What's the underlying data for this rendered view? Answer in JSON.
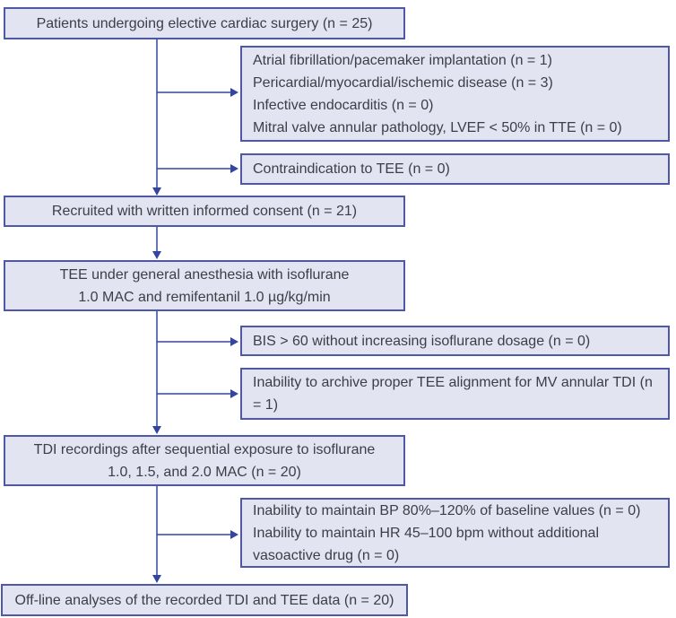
{
  "palette": {
    "box_fill": "#e2e4f2",
    "box_border": "#4f58a4",
    "arrow": "#3245a0",
    "text": "#3b4046",
    "background": "#ffffff"
  },
  "flowchart": {
    "patients": {
      "lines": [
        "Patients undergoing elective cardiac surgery (n = 25)"
      ]
    },
    "excl1": {
      "lines": [
        "Atrial fibrillation/pacemaker implantation (n = 1)",
        "Pericardial/myocardial/ischemic disease (n = 3)",
        "Infective endocarditis (n = 0)",
        "Mitral valve annular pathology, LVEF < 50% in TTE (n = 0)"
      ]
    },
    "excl2": {
      "lines": [
        "Contraindication to TEE (n = 0)"
      ]
    },
    "recruited": {
      "lines": [
        "Recruited with written informed consent (n = 21)"
      ]
    },
    "tee": {
      "lines": [
        "TEE under general anesthesia with isoflurane",
        "1.0 MAC and remifentanil 1.0 µg/kg/min"
      ]
    },
    "excl3": {
      "lines": [
        "BIS > 60 without increasing isoflurane dosage (n = 0)"
      ]
    },
    "excl4": {
      "lines": [
        "Inability to archive proper TEE alignment for MV annular TDI (n = 1)"
      ]
    },
    "tdi": {
      "lines": [
        "TDI recordings after sequential exposure to isoflurane",
        "1.0, 1.5, and 2.0 MAC (n = 20)"
      ]
    },
    "excl5": {
      "lines": [
        "Inability to maintain BP 80%–120% of baseline values (n = 0)",
        "Inability to maintain HR 45–100 bpm without additional vasoactive drug  (n = 0)"
      ]
    },
    "offline": {
      "lines": [
        "Off-line analyses of the recorded TDI and TEE data (n = 20)"
      ]
    }
  }
}
